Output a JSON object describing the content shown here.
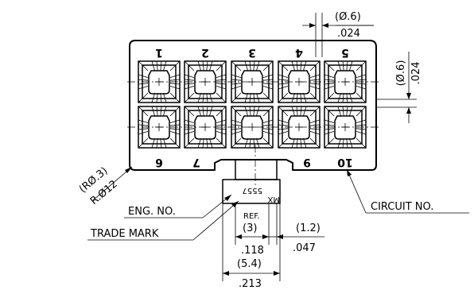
{
  "pin_numbers_top": [
    "1",
    "2",
    "3",
    "4",
    "5"
  ],
  "pin_numbers_bottom": [
    "6",
    "7",
    "9",
    "10"
  ],
  "dims": {
    "top_mm": "(Ø.6)",
    "top_in": ".024",
    "right_mm": "(Ø.6)",
    "right_in": ".024",
    "radius_mm": "(RØ.3)",
    "radius_in": "R.Ø12",
    "ref": "REF.",
    "ref_mm": "(3)",
    "ref_in": ".118",
    "small_mm": "(1.2)",
    "small_in": ".047",
    "width_mm": "(5.4)",
    "width_in": ".213"
  },
  "labels": {
    "eng_no": "ENG. NO.",
    "trade_mark": "TRADE MARK",
    "circuit_no": "CIRCUIT NO."
  },
  "stamp": {
    "part_no": "5557",
    "brand": "MX"
  }
}
